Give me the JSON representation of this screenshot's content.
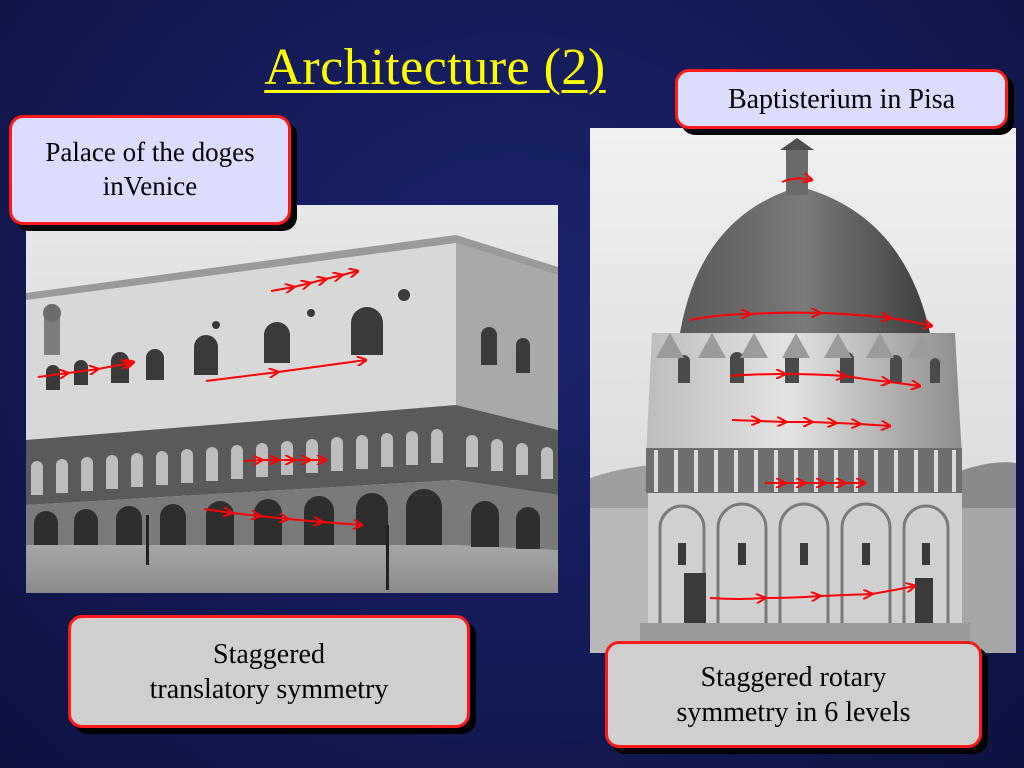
{
  "slide": {
    "title": "Architecture  (2)"
  },
  "labels": {
    "palace": [
      "Palace of the doges",
      "inVenice"
    ],
    "baptisterium": "Baptisterium in Pisa",
    "translatory": [
      "Staggered",
      "translatory symmetry"
    ],
    "rotary": [
      "Staggered rotary",
      "symmetry in 6 levels"
    ]
  },
  "colors": {
    "background": "#141a55",
    "title": "#ffff00",
    "callout_border": "#ff1a1a",
    "arrow": "#ff0000",
    "callout_light": "#dcdcff",
    "callout_grey": "#cfcfcf"
  }
}
